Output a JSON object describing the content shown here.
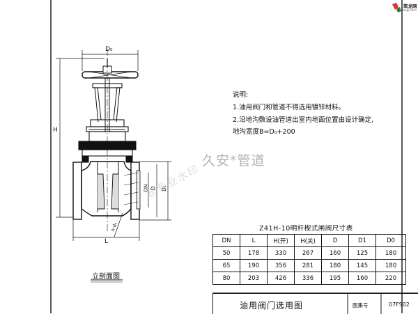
{
  "drawing": {
    "caption": "立剖面图",
    "dim_labels": {
      "d0": "D₀",
      "h": "H",
      "l": "L",
      "dn": "DN",
      "d": "D",
      "d1": "D₁",
      "n_phi_d": "n-d₀"
    }
  },
  "notes": {
    "heading": "说明:",
    "lines": [
      "1.油用阀门和管道不得选用镀锌材料。",
      "2.沿地沟敷设油管道出室内地面位置由设计确定,",
      "地沟宽度B=D₀+200"
    ]
  },
  "table": {
    "title": "Z41H-10明杆楔式闸阀尺寸表",
    "headers": [
      "DN",
      "L",
      "H(开)",
      "H(关)",
      "D",
      "D1",
      "D0"
    ],
    "rows": [
      [
        "50",
        "178",
        "330",
        "267",
        "160",
        "125",
        "180"
      ],
      [
        "65",
        "190",
        "356",
        "281",
        "180",
        "145",
        "180"
      ],
      [
        "80",
        "203",
        "426",
        "336",
        "195",
        "160",
        "220"
      ]
    ]
  },
  "title_block": {
    "title": "油用阀门选用图",
    "atlas_label": "图集号",
    "atlas_code": "07FS02"
  },
  "watermark": {
    "primary": "久安*管道",
    "secondary": "非专业水印"
  },
  "logo": {
    "name": "筑龙网",
    "url": "zhulong.com"
  }
}
